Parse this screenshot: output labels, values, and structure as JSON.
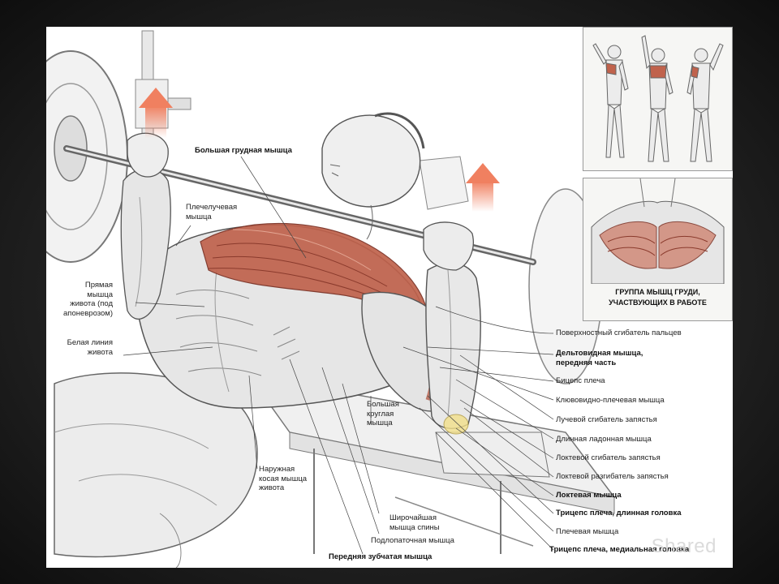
{
  "labels": {
    "pectoralis_major": "Большая грудная мышца",
    "brachioradialis": "Плечелучевая\nмышца",
    "rectus_abdominis": "Прямая\nмышца\nживота (под\nапоневрозом)",
    "linea_alba": "Белая линия\nживота",
    "flexor_digitorum": "Поверхностный сгибатель пальцев",
    "deltoid_anterior": "Дельтовидная мышца,\nпередняя часть",
    "biceps": "Бицепс плеча",
    "coracobrachialis": "Клювовидно-плечевая мышца",
    "flexor_carpi_radialis": "Лучевой сгибатель запястья",
    "palmaris_longus": "Длинная ладонная мышца",
    "flexor_carpi_ulnaris": "Локтевой сгибатель запястья",
    "extensor_carpi_ulnaris": "Локтевой разгибатель запястья",
    "anconeus": "Локтевая мышца",
    "triceps_long": "Трицепс плеча, длинная головка",
    "brachialis": "Плечевая мышца",
    "triceps_medial": "Трицепс плеча, медиальная головка",
    "teres_major": "Большая\nкруглая\nмышца",
    "external_oblique": "Наружная\nкосая мышца\nживота",
    "latissimus": "Широчайшая\nмышца спины",
    "infraspinatus": "Подлопаточная мышца",
    "serratus_anterior": "Передняя зубчатая мышца"
  },
  "panel_caption": "ГРУППА МЫШЦ ГРУДИ,\nУЧАСТВУЮЩИХ В РАБОТЕ",
  "watermark": "Shared",
  "colors": {
    "muscle_red": "#b8543f",
    "muscle_light": "#d9a08f",
    "arrow": "#f08060",
    "sketch": "#555555",
    "frame_bg": "#1c1c1c"
  }
}
